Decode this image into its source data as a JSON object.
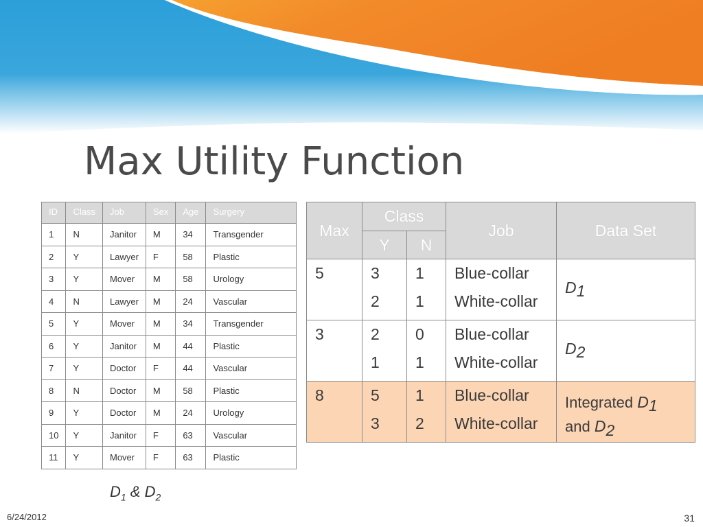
{
  "title": "Max Utility Function",
  "left_table": {
    "headers": [
      "ID",
      "Class",
      "Job",
      "Sex",
      "Age",
      "Surgery"
    ],
    "rows": [
      [
        "1",
        "N",
        "Janitor",
        "M",
        "34",
        "Transgender"
      ],
      [
        "2",
        "Y",
        "Lawyer",
        "F",
        "58",
        "Plastic"
      ],
      [
        "3",
        "Y",
        "Mover",
        "M",
        "58",
        "Urology"
      ],
      [
        "4",
        "N",
        "Lawyer",
        "M",
        "24",
        "Vascular"
      ],
      [
        "5",
        "Y",
        "Mover",
        "M",
        "34",
        "Transgender"
      ],
      [
        "6",
        "Y",
        "Janitor",
        "M",
        "44",
        "Plastic"
      ],
      [
        "7",
        "Y",
        "Doctor",
        "F",
        "44",
        "Vascular"
      ],
      [
        "8",
        "N",
        "Doctor",
        "M",
        "58",
        "Plastic"
      ],
      [
        "9",
        "Y",
        "Doctor",
        "M",
        "24",
        "Urology"
      ],
      [
        "10",
        "Y",
        "Janitor",
        "F",
        "63",
        "Vascular"
      ],
      [
        "11",
        "Y",
        "Mover",
        "F",
        "63",
        "Plastic"
      ]
    ],
    "caption": {
      "d": "D",
      "one": "1",
      "amp": " & ",
      "two": "2"
    }
  },
  "right_table": {
    "headers": {
      "max": "Max",
      "class": "Class",
      "y": "Y",
      "n": "N",
      "job": "Job",
      "dataset": "Data Set"
    },
    "rows": [
      {
        "max": "5",
        "y": [
          "3",
          "2"
        ],
        "n": [
          "1",
          "1"
        ],
        "job": [
          "Blue-collar",
          "White-collar"
        ],
        "dataset": {
          "d": "D",
          "sub": "1"
        }
      },
      {
        "max": "3",
        "y": [
          "2",
          "1"
        ],
        "n": [
          "0",
          "1"
        ],
        "job": [
          "Blue-collar",
          "White-collar"
        ],
        "dataset": {
          "d": "D",
          "sub": "2"
        }
      },
      {
        "max": "8",
        "y": [
          "5",
          "3"
        ],
        "n": [
          "1",
          "2"
        ],
        "job": [
          "Blue-collar",
          "White-collar"
        ],
        "dataset": {
          "prefix": "Integrated ",
          "d": "D",
          "sub1": "1",
          "and": "and ",
          "sub2": "2"
        }
      }
    ]
  },
  "footer": {
    "date": "6/24/2012",
    "slide_number": "31"
  },
  "colors": {
    "accent_orange": "#f0852b",
    "accent_blue": "#2f9fdc",
    "highlight": "#fcd5b4",
    "header_gray": "#d9d9d9"
  }
}
